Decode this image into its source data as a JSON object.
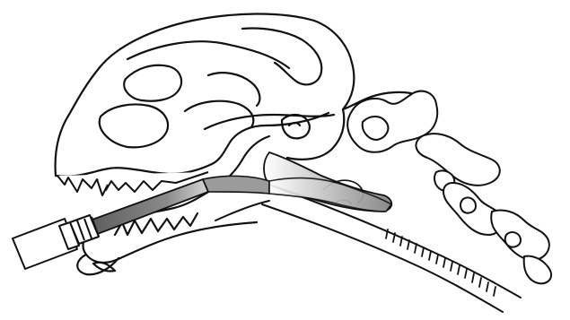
{
  "diagram": {
    "style": "monochrome line illustration",
    "colors": {
      "background": "#ffffff",
      "outline": "#111111",
      "tube_dark": "#6f6f6f",
      "tube_light": "#c9c9c9",
      "airway_shading": "#9a9a9a",
      "connector_fill": "#ffffff"
    },
    "parts": [
      {
        "id": "skull",
        "name": "skull-outline"
      },
      {
        "id": "upper-teeth",
        "name": "upper-teeth"
      },
      {
        "id": "lower-jaw",
        "name": "lower-jaw"
      },
      {
        "id": "vertebrae",
        "name": "cervical-vertebrae"
      },
      {
        "id": "trachea",
        "name": "trachea"
      },
      {
        "id": "tube",
        "name": "endotracheal-tube"
      },
      {
        "id": "connector",
        "name": "tube-connector"
      },
      {
        "id": "cuff",
        "name": "tube-cuff"
      }
    ]
  }
}
